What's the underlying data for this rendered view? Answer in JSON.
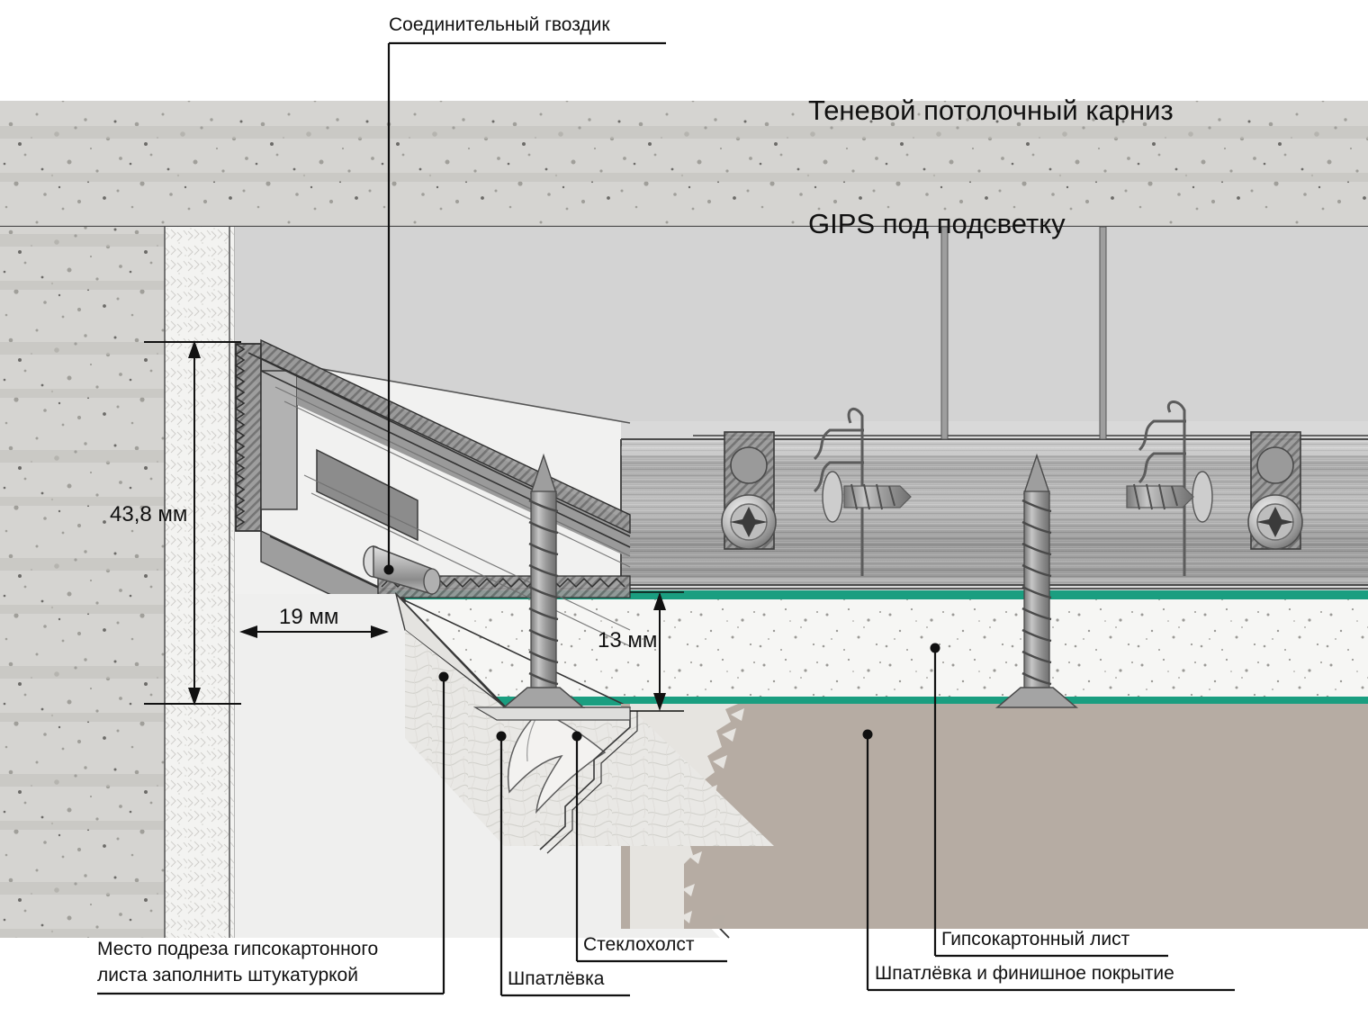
{
  "title": {
    "line1": "Теневой потолочный карниз",
    "line2": "GIPS под подсветку"
  },
  "callouts": {
    "top_nail": "Соединительный гвоздик",
    "cut_fill_line1": "Место подреза гипсокартонного",
    "cut_fill_line2": "листа заполнить штукатуркой",
    "putty": "Шпатлёвка",
    "glass_fleece": "Стеклохолст",
    "gypsum_board": "Гипсокартонный лист",
    "putty_finish": "Шпатлёвка и финишное покрытие"
  },
  "dimensions": {
    "height": "43,8 мм",
    "depth": "19 мм",
    "board_thickness": "13 мм"
  },
  "colors": {
    "green_layer": "#1a9e80",
    "beige_finish": "#b6aca3",
    "concrete": "#d3d3d0",
    "metal": "#a8a8a8",
    "line": "#1a1a1a",
    "ceiling_plane": "#d7d7d7"
  },
  "chart_data": {
    "type": "table",
    "title": "Теневой потолочный карниз GIPS под подсветку",
    "categories": [
      "43,8 мм",
      "19 мм",
      "13 мм"
    ],
    "values": [
      43.8,
      19,
      13
    ],
    "xlabel": "",
    "ylabel": "мм",
    "annotations": [
      "Соединительный гвоздик",
      "Место подреза гипсокартонного листа заполнить штукатуркой",
      "Шпатлёвка",
      "Стеклохолст",
      "Гипсокартонный лист",
      "Шпатлёвка и финишное покрытие"
    ]
  }
}
